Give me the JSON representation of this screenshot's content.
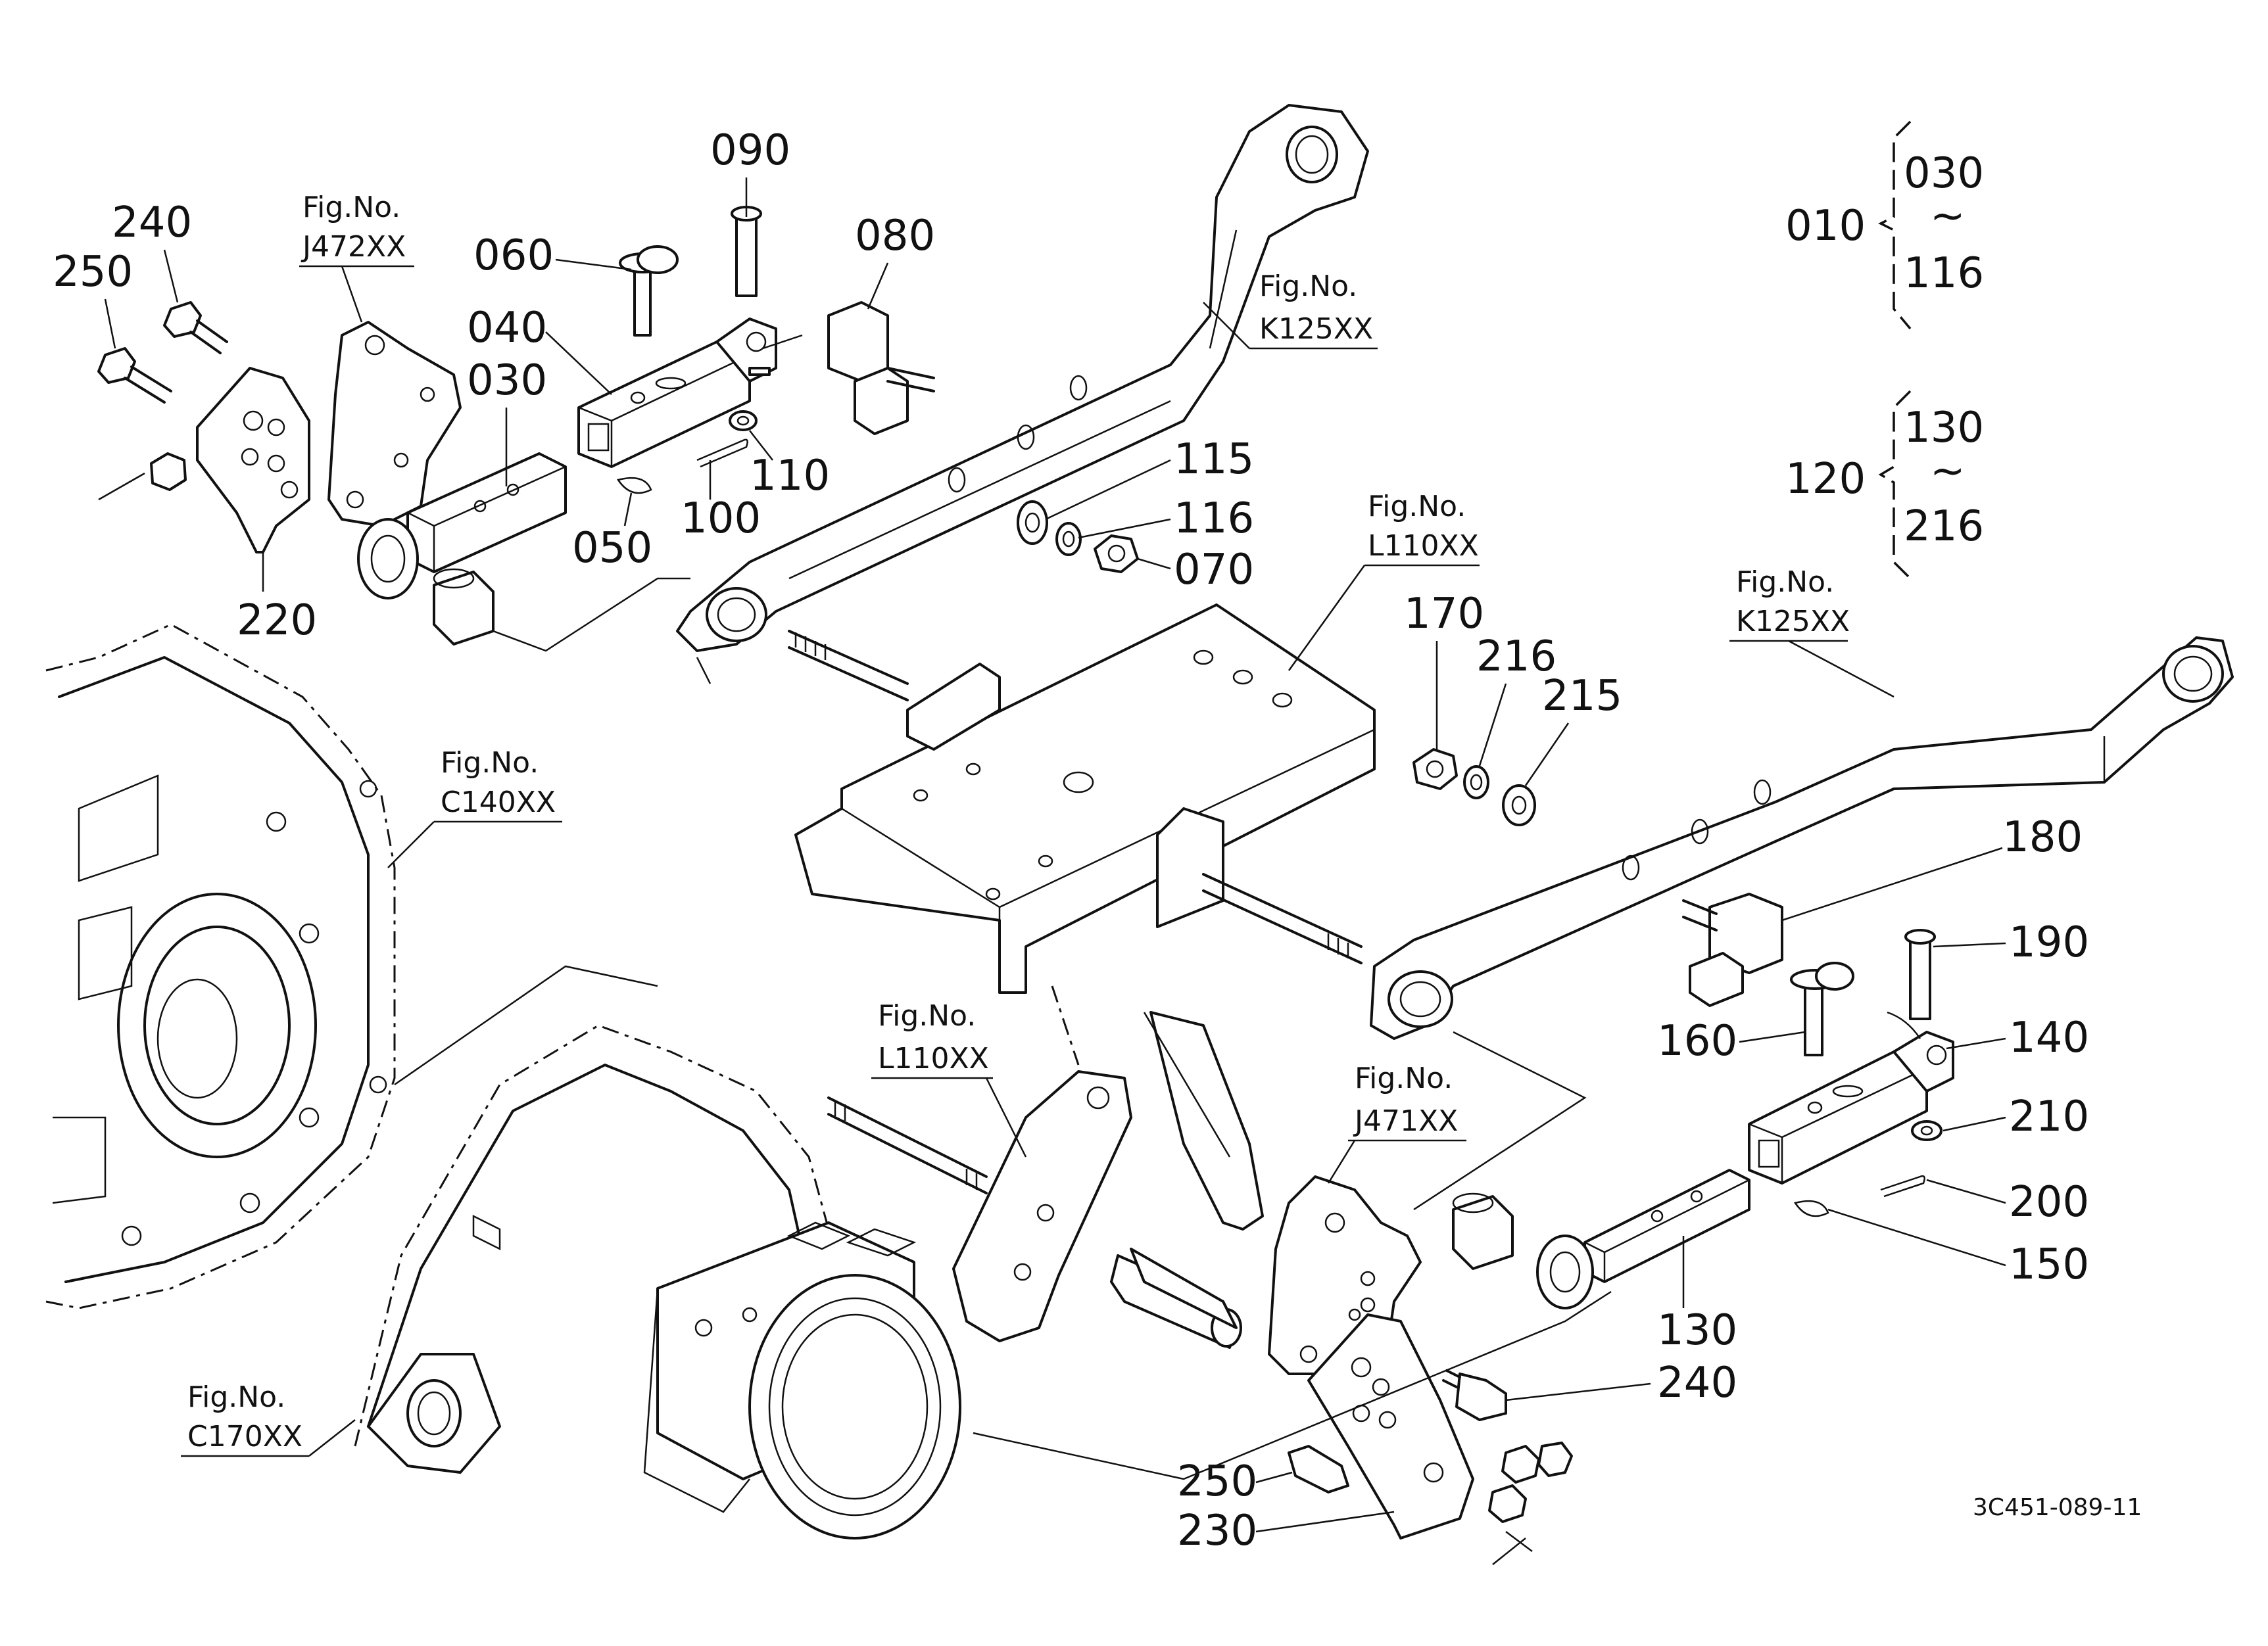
{
  "drawing_code": "3C451-089-11",
  "fig_ref_label": "Fig.No.",
  "fig_refs": {
    "j472": "J472XX",
    "k125_upper": "K125XX",
    "k125_lower": "K125XX",
    "l110_upper": "L110XX",
    "l110_lower": "L110XX",
    "c140": "C140XX",
    "j471": "J471XX",
    "c170": "C170XX"
  },
  "groups": {
    "g1": {
      "parent": "010",
      "from": "030",
      "tilde": "~",
      "to": "116"
    },
    "g2": {
      "parent": "120",
      "from": "130",
      "tilde": "~",
      "to": "216"
    }
  },
  "parts": {
    "p090": "090",
    "p080": "080",
    "p060": "060",
    "p040": "040",
    "p030": "030",
    "p240a": "240",
    "p250a": "250",
    "p220": "220",
    "p110": "110",
    "p100": "100",
    "p050": "050",
    "p115": "115",
    "p116": "116",
    "p070": "070",
    "p170": "170",
    "p216": "216",
    "p215": "215",
    "p180": "180",
    "p190": "190",
    "p140": "140",
    "p160": "160",
    "p210": "210",
    "p200": "200",
    "p150": "150",
    "p130": "130",
    "p240b": "240",
    "p250b": "250",
    "p230": "230"
  }
}
